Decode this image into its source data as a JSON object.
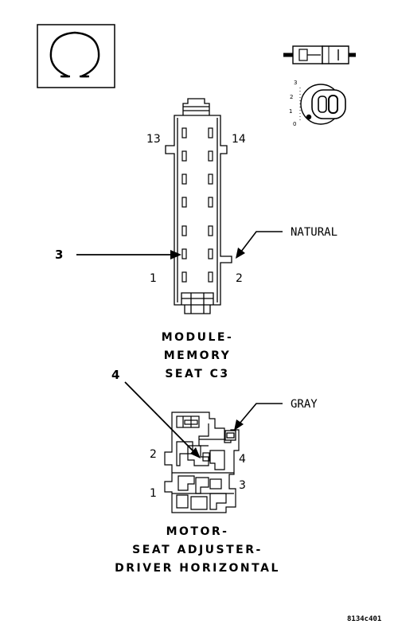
{
  "upper_connector": {
    "pin_labels": {
      "top_left": "13",
      "top_right": "14",
      "bottom_left": "1",
      "bottom_right": "2"
    },
    "callout_number": "3",
    "color_label": "NATURAL",
    "title_lines": [
      "MODULE-",
      "MEMORY",
      "SEAT C3"
    ]
  },
  "lower_connector": {
    "pin_labels": {
      "p1": "1",
      "p2": "2",
      "p3": "3",
      "p4": "4"
    },
    "callout_number": "4",
    "color_label": "GRAY",
    "title_lines": [
      "MOTOR-",
      "SEAT ADJUSTER-",
      "DRIVER HORIZONTAL"
    ]
  },
  "ignition_positions": [
    "3",
    "2",
    "1",
    "0"
  ],
  "figure_reference": "8134c401"
}
